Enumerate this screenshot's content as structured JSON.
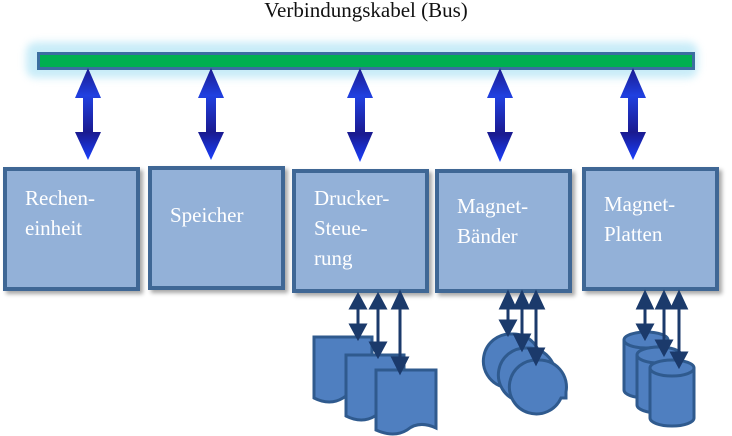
{
  "title": "Verbindungskabel (Bus)",
  "colors": {
    "bus_fill": "#00b050",
    "bus_border": "#3b6ea0",
    "bus_glow": "#bfe9f7",
    "bus_arrow": "#1a2fc8",
    "box_fill": "#93b1d8",
    "box_border": "#3f6795",
    "box_text": "#ffffff",
    "device_fill": "#4f7fc0",
    "device_border": "#2f5a8e",
    "device_arrow": "#1b3a6b"
  },
  "components": [
    {
      "label": "Rechen-\neinheit",
      "device": null
    },
    {
      "label": "Speicher",
      "device": null
    },
    {
      "label": "Drucker-\nSteue-\nrung",
      "device": "documents-icon"
    },
    {
      "label": "Magnet-\nBänder",
      "device": "tape-reels-icon"
    },
    {
      "label": "Magnet-\nPlatten",
      "device": "disk-cylinders-icon"
    }
  ]
}
